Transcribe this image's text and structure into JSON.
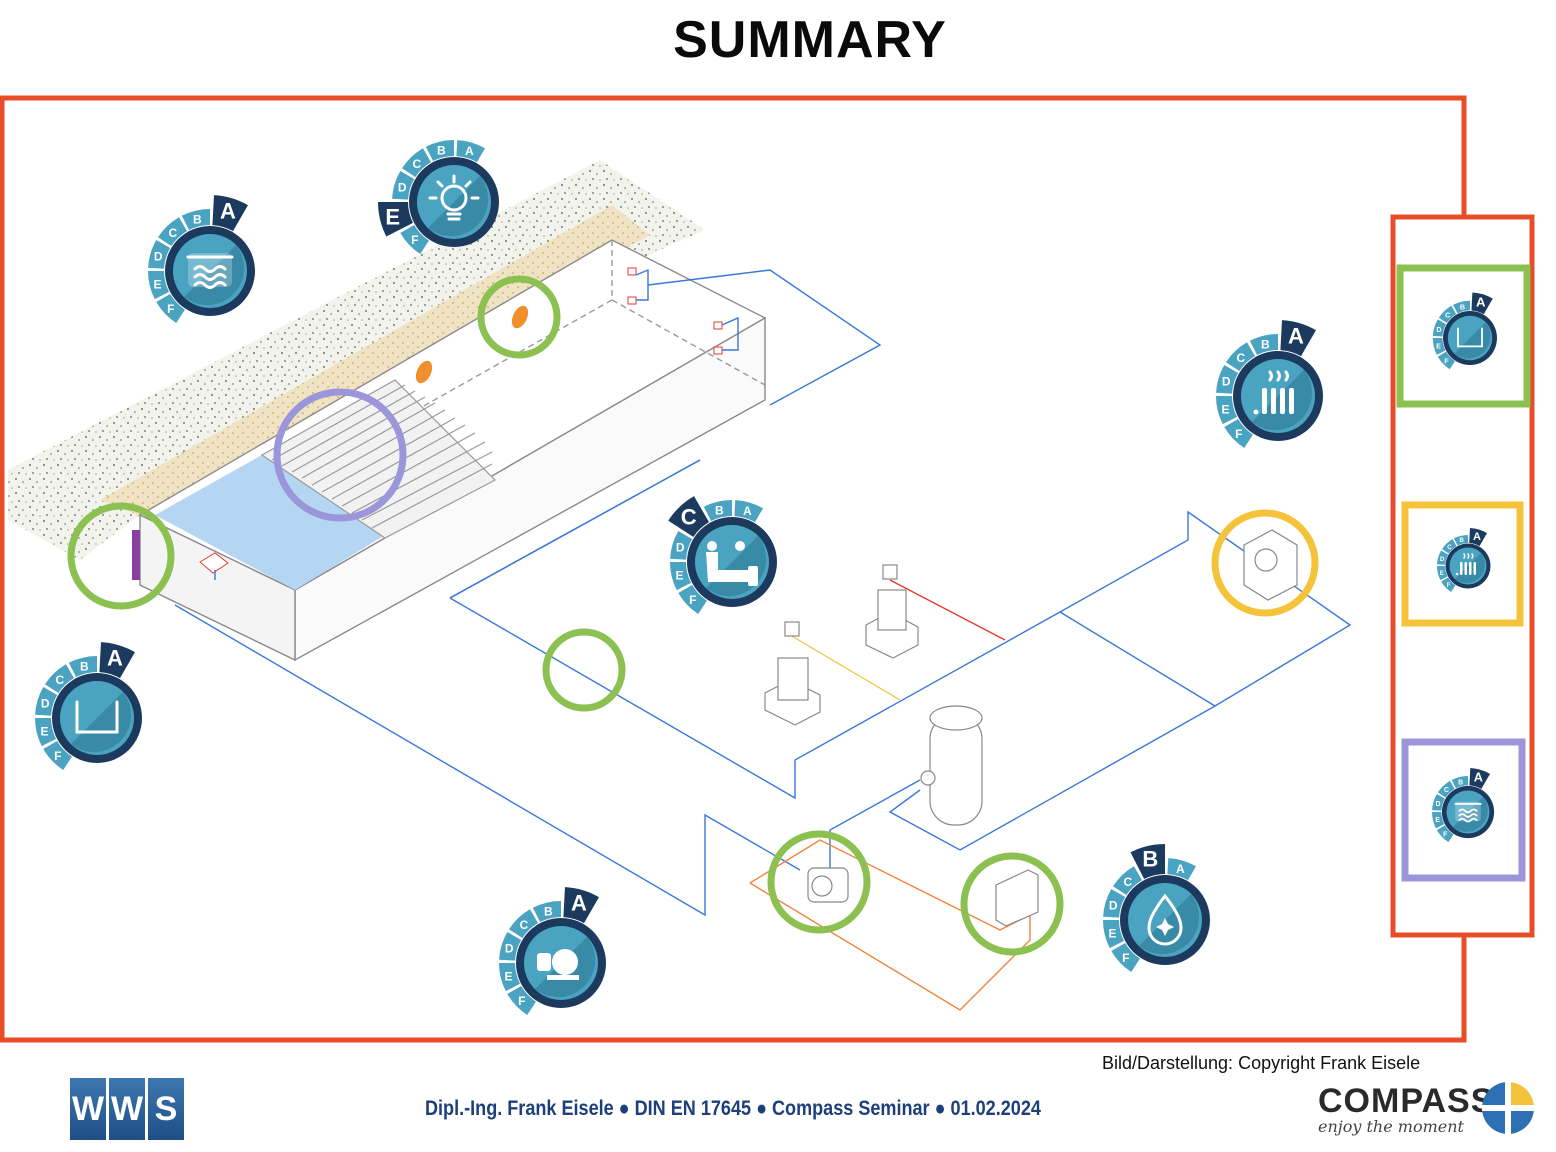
{
  "title": "SUMMARY",
  "copyright": "Bild/Darstellung: Copyright Frank Eisele",
  "footer": "Dipl.-Ing. Frank Eisele ● DIN EN 17645 ● Compass Seminar ● 01.02.2024",
  "logo_left": [
    "W",
    "W",
    "S"
  ],
  "logo_right": {
    "word": "COMPASS",
    "tagline": "enjoy the moment"
  },
  "scale_letters": [
    "A",
    "B",
    "C",
    "D",
    "E",
    "F"
  ],
  "rating_badges": [
    {
      "id": "water-surface",
      "icon": "water-surface-icon",
      "rating": "A"
    },
    {
      "id": "lighting",
      "icon": "light-bulb-icon",
      "rating": "E"
    },
    {
      "id": "heating",
      "icon": "radiator-icon",
      "rating": "A"
    },
    {
      "id": "water-treatment",
      "icon": "pipe-valve-icon",
      "rating": "C"
    },
    {
      "id": "pool-basin",
      "icon": "pool-basin-icon",
      "rating": "A"
    },
    {
      "id": "pump",
      "icon": "pump-icon",
      "rating": "A"
    },
    {
      "id": "water-quality",
      "icon": "water-drop-icon",
      "rating": "B"
    }
  ],
  "summary_panel": [
    {
      "id": "pool-basin",
      "rating": "A",
      "color": "#8cc152"
    },
    {
      "id": "heating",
      "rating": "A",
      "color": "#f4c33a"
    },
    {
      "id": "water-surface",
      "rating": "A",
      "color": "#9b96d9"
    }
  ],
  "colors": {
    "frame": "#e84d28",
    "green": "#8cc152",
    "yellow": "#f4c33a",
    "purple": "#9b96d9",
    "pipe_blue": "#3a78d8",
    "pipe_orange": "#f0843c",
    "pipe_red": "#e83a2a",
    "badge_navy": "#1c3a5e",
    "badge_teal": "#4aa3c0"
  }
}
